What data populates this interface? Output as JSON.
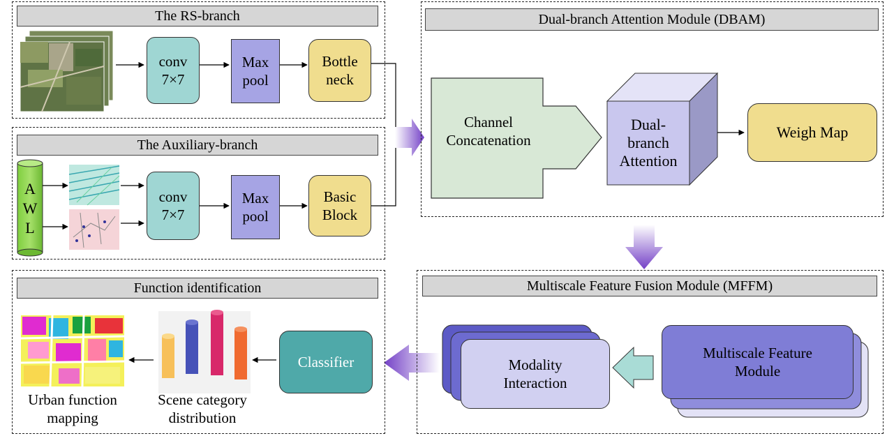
{
  "rs_branch": {
    "title": "The RS-branch",
    "conv": "conv\n7×7",
    "maxpool": "Max\npool",
    "block": "Bottle\nneck"
  },
  "aux_branch": {
    "title": "The Auxiliary-branch",
    "cylinder_letters": [
      "A",
      "W",
      "L"
    ],
    "conv": "conv\n7×7",
    "maxpool": "Max\npool",
    "block": "Basic\nBlock"
  },
  "dbam": {
    "title": "Dual-branch Attention Module (DBAM)",
    "concat": "Channel\nConcatenation",
    "attention": "Dual-\nbranch\nAttention",
    "weigh_map": "Weigh Map"
  },
  "mffm": {
    "title": "Multiscale Feature Fusion Module (MFFM)",
    "interaction": "Modality\nInteraction",
    "feature_module": "Multiscale Feature\nModule"
  },
  "function_id": {
    "title": "Function identification",
    "classifier": "Classifier",
    "scene_label": "Scene category\ndistribution",
    "mapping_label": "Urban function\nmapping"
  },
  "colors": {
    "teal": "#9fd6d3",
    "purple": "#a6a4e4",
    "yellow": "#f0dd8e",
    "dark_teal": "#4fa9a9",
    "arrow_purple": "#7b52c8"
  }
}
